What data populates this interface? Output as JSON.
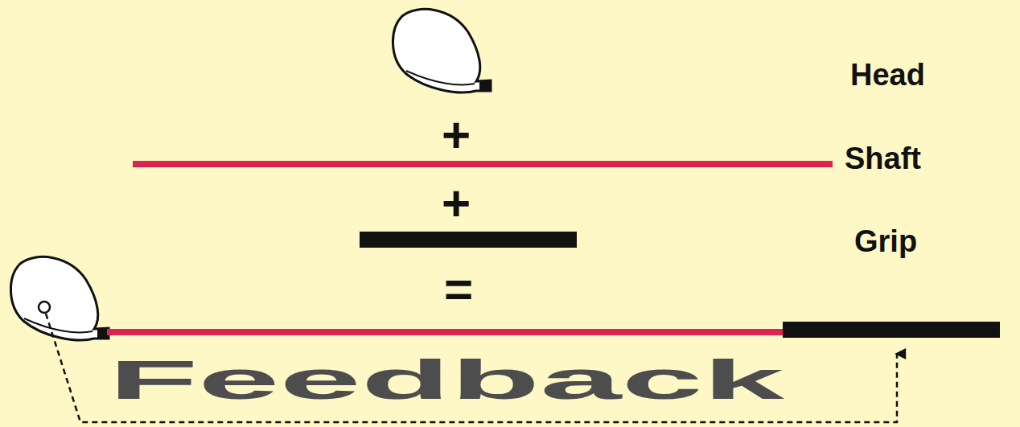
{
  "diagram": {
    "labels": [
      "Head",
      "+",
      "Shaft",
      "+",
      "Grip",
      "=",
      "Feedback"
    ]
  }
}
